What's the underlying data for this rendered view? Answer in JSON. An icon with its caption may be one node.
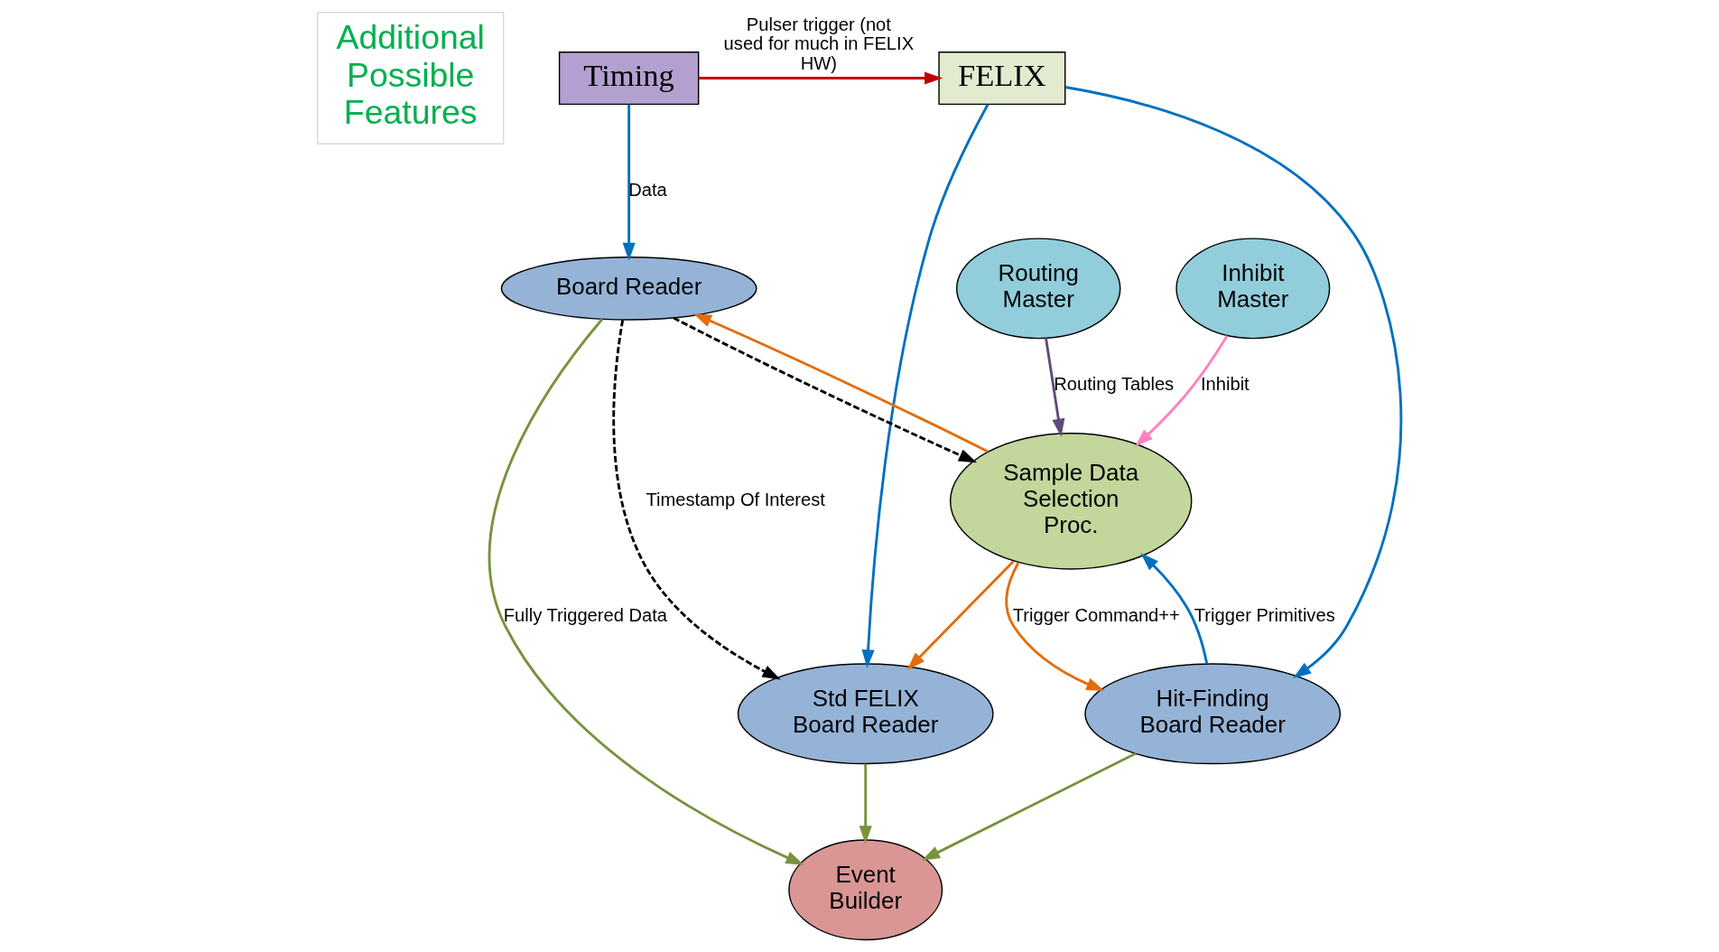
{
  "diagram": {
    "nodes": [
      {
        "text": [
          "Additional Possible Features"
        ]
      },
      {
        "text": [
          "Timing"
        ]
      },
      {
        "text": [
          "FELIX"
        ]
      },
      {
        "text": [
          "Board Reader"
        ]
      },
      {
        "text": [
          "Std FELIX Board Reader"
        ]
      },
      {
        "text": [
          "Hit-Finding Board Reader"
        ]
      },
      {
        "text": [
          "Sample Data Selection Proc."
        ]
      },
      {
        "text": [
          "Routing Master"
        ]
      },
      {
        "text": [
          "Event Builder"
        ]
      },
      {
        "text": [
          "Inhibit Master"
        ]
      }
    ],
    "edges": [
      {
        "from": 1,
        "to": 2,
        "arrow": "to",
        "label": "Pulser trigger (not used for much in FELIX HW)",
        "color": "#c00000"
      },
      {
        "from": 1,
        "to": 3,
        "arrow": "to",
        "label": "Data"
      },
      {
        "from": 2,
        "to": 4,
        "arrow": "to"
      },
      {
        "from": 2,
        "to": 5,
        "arrow": "to"
      },
      {
        "from": 3,
        "to": 4,
        "arrow": "to",
        "label": "Timestamp Of Interest",
        "style": "dashed",
        "color": "#000000"
      },
      {
        "from": 3,
        "to": 6,
        "arrow": "to",
        "style": "dashed",
        "color": "#000000"
      },
      {
        "from": 6,
        "to": 3,
        "arrow": "to",
        "color": "#e46c0a"
      },
      {
        "from": 6,
        "to": 4,
        "arrow": "to",
        "color": "#e46c0a"
      },
      {
        "from": 6,
        "to": 5,
        "arrow": "to",
        "label": "Trigger Command++",
        "color": "#e46c0a"
      },
      {
        "from": 3,
        "to": 8,
        "arrow": "to",
        "label": "Fully Triggered Data",
        "color": "#77933c"
      },
      {
        "from": 4,
        "to": 8,
        "arrow": "to",
        "color": "#77933c"
      },
      {
        "from": 5,
        "to": 8,
        "arrow": "to",
        "color": "#77933c"
      },
      {
        "from": 5,
        "to": 6,
        "arrow": "to",
        "label": "Trigger Primitives"
      },
      {
        "from": 7,
        "to": 6,
        "arrow": "to",
        "label": "Routing Tables",
        "color": "#604a7b"
      },
      {
        "from": 9,
        "to": 6,
        "arrow": "to",
        "label": "Inhibit",
        "color": "#ff80c0"
      }
    ]
  }
}
